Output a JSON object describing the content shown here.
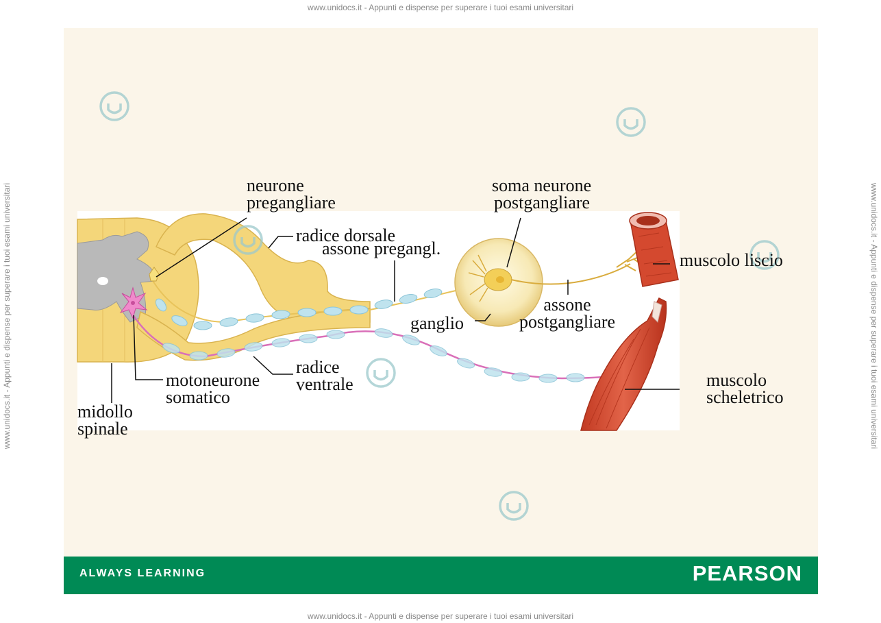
{
  "watermark": {
    "top": "www.unidocs.it - Appunti e dispense per superare i tuoi esami universitari",
    "bottom": "www.unidocs.it - Appunti e dispense per superare i tuoi esami universitari",
    "left": "www.unidocs.it - Appunti e dispense per superare i tuoi esami universitari",
    "right": "www.unidocs.it - Appunti e dispense per superare i tuoi esami universitari"
  },
  "labels": {
    "neurone_pregangliare": [
      "neurone",
      "pregangliare"
    ],
    "radice_dorsale": "radice dorsale",
    "assone_pregangl": "assone pregangl.",
    "soma_neurone_postgangliare": [
      "soma neurone",
      "postgangliare"
    ],
    "muscolo_liscio": "muscolo liscio",
    "ganglio": "ganglio",
    "assone_postgangliare": [
      "assone",
      "postgangliare"
    ],
    "muscolo_scheletrico": [
      "muscolo",
      "scheletrico"
    ],
    "radice_ventrale": [
      "radice",
      "ventrale"
    ],
    "motoneurone_somatico": [
      "motoneurone",
      "somatico"
    ],
    "midollo_spinale": [
      "midollo",
      "spinale"
    ]
  },
  "footer": {
    "left": "ALWAYS LEARNING",
    "right": "PEARSON"
  },
  "colors": {
    "slide_bg": "#fbf5e9",
    "footer_green": "#008a55",
    "spinal_yellow": "#f4d67a",
    "grey_matter": "#b9b9b9",
    "myelin_blue": "#bfe3ee",
    "axon_pink": "#d96fb8",
    "muscle_red": "#d4492f"
  },
  "icons": [
    "unidocs-logo-icon"
  ]
}
